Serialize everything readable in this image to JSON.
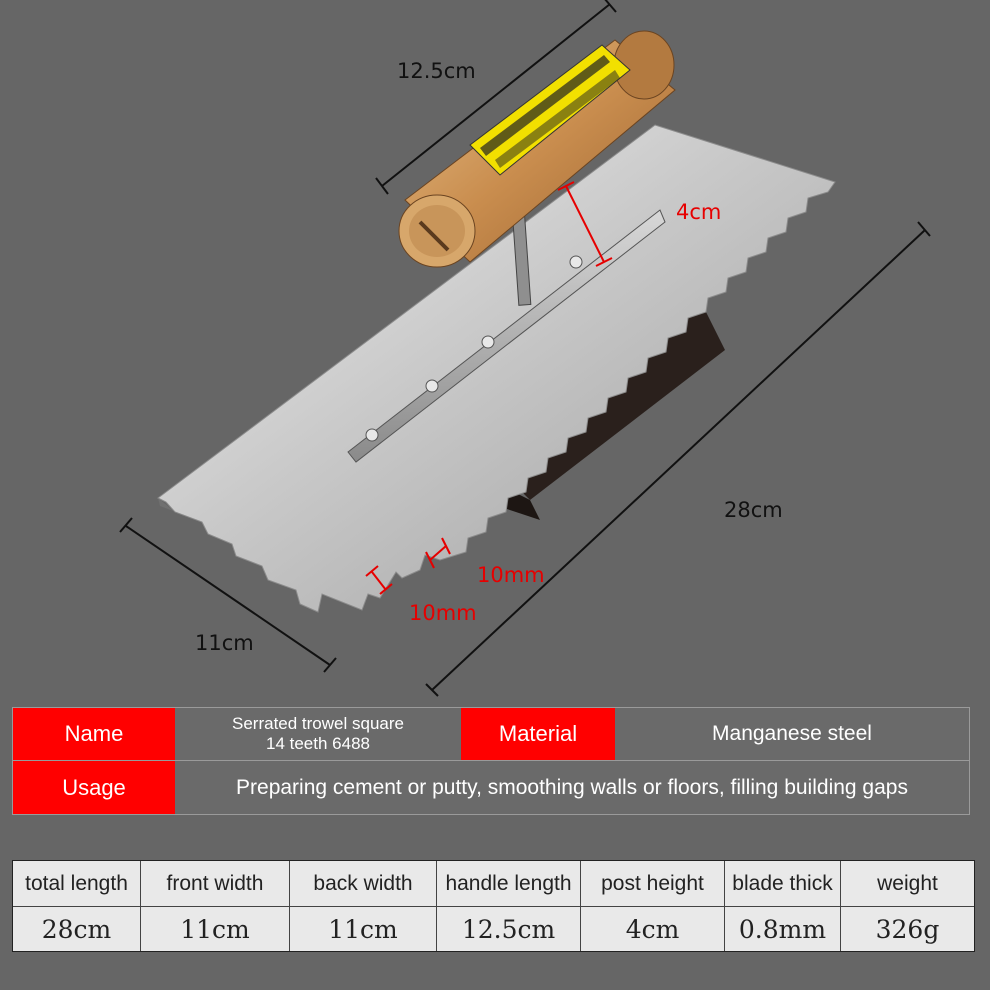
{
  "dimensions": {
    "handle_length": "12.5cm",
    "post_height": "4cm",
    "total_length": "28cm",
    "front_width": "11cm",
    "tooth_width": "10mm",
    "tooth_spacing": "10mm"
  },
  "info": {
    "name_label": "Name",
    "name_value_line1": "Serrated trowel square",
    "name_value_line2": "14 teeth 6488",
    "material_label": "Material",
    "material_value": "Manganese steel",
    "usage_label": "Usage",
    "usage_value": "Preparing cement or putty, smoothing walls or floors, filling building gaps"
  },
  "specs": {
    "headers": [
      "total length",
      "front width",
      "back width",
      "handle length",
      "post height",
      "blade thick",
      "weight"
    ],
    "values": [
      "28cm",
      "11cm",
      "11cm",
      "12.5cm",
      "4cm",
      "0.8mm",
      "326g"
    ]
  },
  "colors": {
    "background": "#666666",
    "label_red": "#ff0000",
    "dimension_red": "#e60000"
  }
}
